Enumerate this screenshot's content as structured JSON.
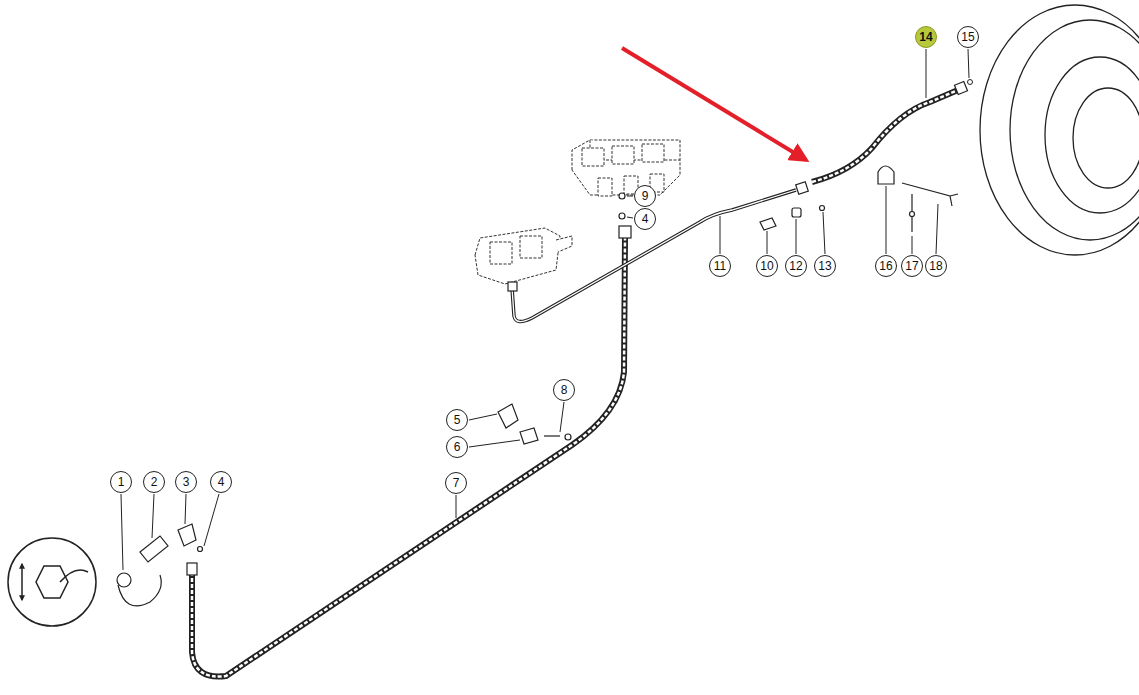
{
  "diagram": {
    "labels": [
      "1",
      "2",
      "3",
      "4",
      "5",
      "6",
      "7",
      "8",
      "9",
      "4",
      "10",
      "11",
      "12",
      "13",
      "14",
      "15",
      "16",
      "17",
      "18"
    ]
  }
}
